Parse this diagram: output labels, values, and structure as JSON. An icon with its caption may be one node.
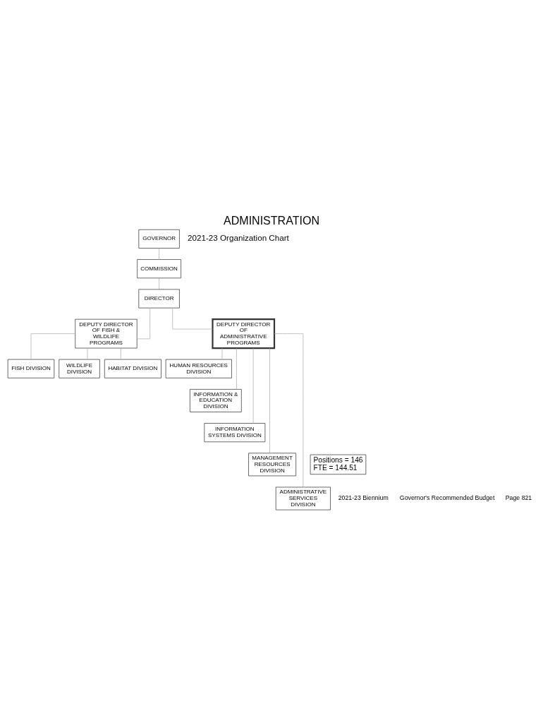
{
  "diagram": {
    "title": "ADMINISTRATION",
    "nodes": [
      {
        "text": [
          "GOVERNOR"
        ]
      },
      {
        "text": [
          "COMMISSION"
        ]
      },
      {
        "text": [
          "DIRECTOR"
        ]
      },
      {
        "text": [
          "DEPUTY DIRECTOR OF FISH & WILDLIFE PROGRAMS"
        ]
      },
      {
        "text": [
          "DEPUTY DIRECTOR OF ADMINISTRATIVE PROGRAMS"
        ]
      },
      {
        "text": [
          "FISH DIVISION"
        ]
      },
      {
        "text": [
          "WILDLIFE DIVISION"
        ]
      },
      {
        "text": [
          "HABITAT DIVISION"
        ]
      },
      {
        "text": [
          "HUMAN RESOURCES DIVISION"
        ]
      },
      {
        "text": [
          "INFORMATION & EDUCATION DIVISION"
        ]
      },
      {
        "text": [
          "INFORMATION SYSTEMS DIVISION"
        ]
      },
      {
        "text": [
          "MANAGEMENT RESOURCES DIVISION"
        ]
      },
      {
        "text": [
          "ADMINISTRATIVE SERVICES DIVISION"
        ]
      },
      {
        "text": [
          "Positions = 146",
          "FTE = 144.51"
        ]
      }
    ],
    "edges": [
      {
        "from": 0,
        "to": 1,
        "arrow": "none"
      },
      {
        "from": 1,
        "to": 2,
        "arrow": "none"
      },
      {
        "from": 2,
        "to": 3,
        "arrow": "none"
      },
      {
        "from": 2,
        "to": 4,
        "arrow": "none"
      },
      {
        "from": 3,
        "to": 5,
        "arrow": "none"
      },
      {
        "from": 3,
        "to": 6,
        "arrow": "none"
      },
      {
        "from": 3,
        "to": 7,
        "arrow": "none"
      },
      {
        "from": 4,
        "to": 8,
        "arrow": "none"
      },
      {
        "from": 4,
        "to": 9,
        "arrow": "none"
      },
      {
        "from": 4,
        "to": 10,
        "arrow": "none"
      },
      {
        "from": 4,
        "to": 11,
        "arrow": "none"
      },
      {
        "from": 4,
        "to": 12,
        "arrow": "none"
      }
    ],
    "labels": [
      "2021-23 Organization Chart",
      "2021-23 Biennium",
      "Governor's Recommended Budget",
      "Page 821"
    ]
  }
}
